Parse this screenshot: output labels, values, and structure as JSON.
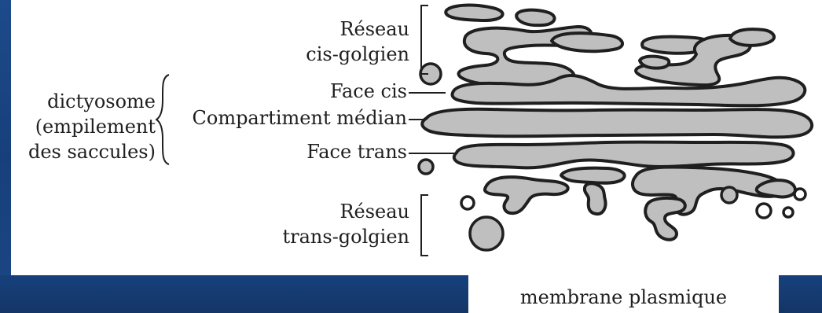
{
  "diagram": {
    "labels": {
      "reseau_cis_line1": "Réseau",
      "reseau_cis_line2": "cis-golgien",
      "dictyosome_line1": "dictyosome",
      "dictyosome_line2": "(empilement",
      "dictyosome_line3": "des saccules)",
      "face_cis": "Face cis",
      "compartiment_median": "Compartiment médian",
      "face_trans": "Face trans",
      "reseau_trans_line1": "Réseau",
      "reseau_trans_line2": "trans-golgien",
      "membrane_plasmique": "membrane plasmique"
    },
    "colors": {
      "background_blue": "#1b3f77",
      "panel_white": "#ffffff",
      "saccule_fill": "#bfbfbf",
      "outline": "#1f1f1f"
    }
  }
}
